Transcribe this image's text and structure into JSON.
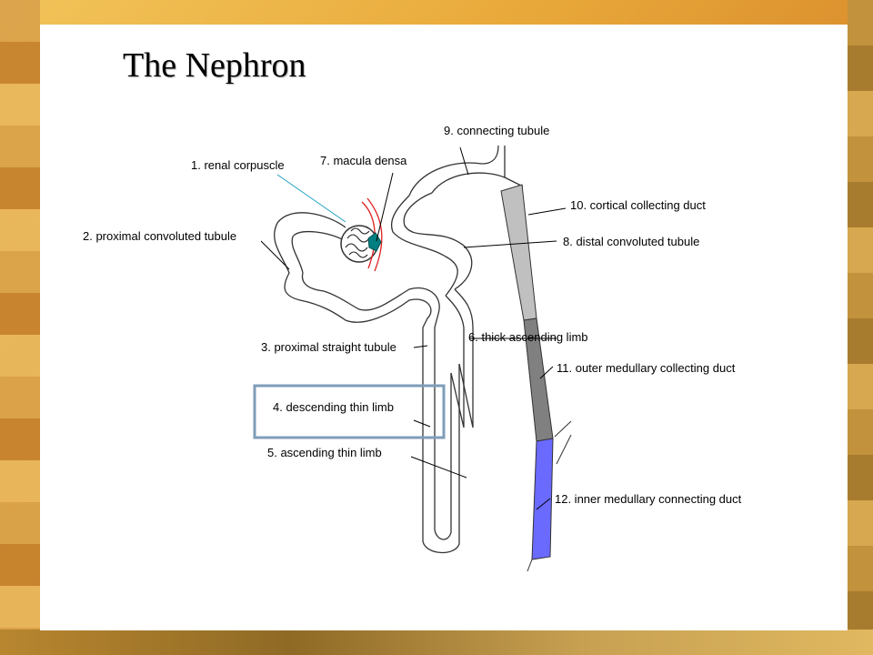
{
  "title": "The Nephron",
  "labels": {
    "l1": "1. renal corpuscle",
    "l2": "2. proximal convoluted tubule",
    "l3": "3. proximal straight tubule",
    "l4": "4. descending thin limb",
    "l5": "5. ascending thin limb",
    "l6": "6. thick ascending limb",
    "l7": "7. macula densa",
    "l8": "8. distal convoluted tubule",
    "l9": "9. connecting tubule",
    "l10": "10. cortical collecting duct",
    "l11": "11. outer medullary collecting duct",
    "l12": "12. inner medullary connecting duct"
  },
  "colors": {
    "highlight_box": "#7f9db9",
    "cortical_duct": "#c0c0c0",
    "outer_medullary_duct": "#808080",
    "inner_medullary_duct": "#6a6aff",
    "macula_densa": "#008080",
    "blood_vessels": "#e02020",
    "corpuscle_leader": "#20a0c0"
  }
}
